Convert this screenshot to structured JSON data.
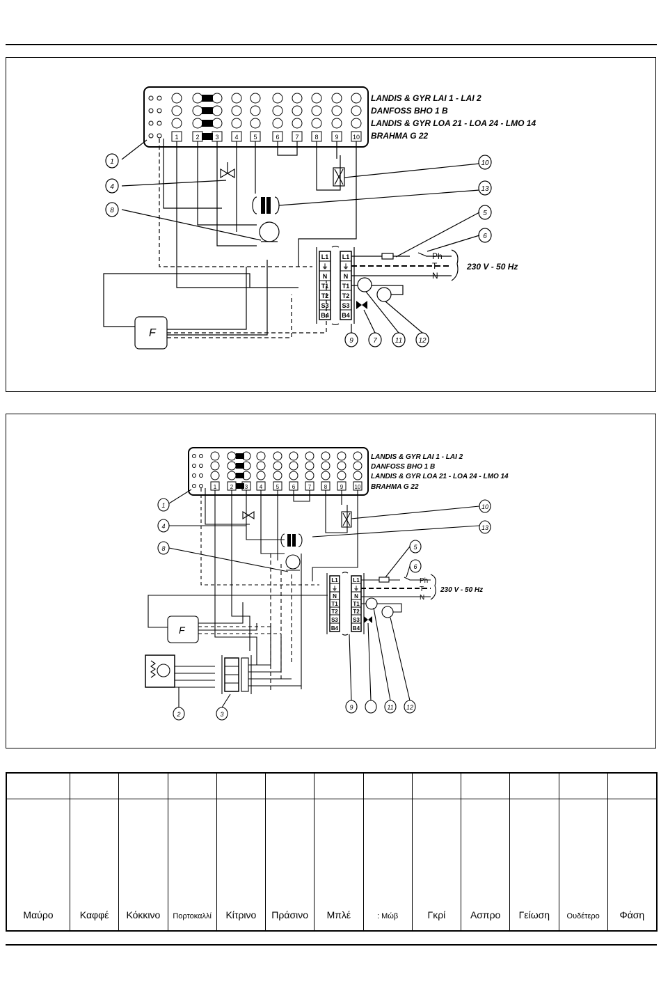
{
  "diagram_top": {
    "brand_rows": [
      "LANDIS & GYR LAI 1 - LAI 2",
      "DANFOSS BHO 1 B",
      "LANDIS & GYR LOA 21 - LOA 24 - LMO 14",
      "BRAHMA G 22"
    ],
    "supply": "230 V - 50 Hz",
    "lines": [
      "Ph",
      "T",
      "N"
    ],
    "terminals_right": [
      "L1",
      "⏚",
      "N",
      "T1",
      "T2",
      "S3",
      "B4"
    ],
    "component_numbers": [
      "1",
      "4",
      "8",
      "10",
      "13",
      "5",
      "6",
      "9",
      "7",
      "11",
      "12"
    ],
    "control_box": "F"
  },
  "diagram_bottom": {
    "brand_rows": [
      "LANDIS & GYR LAI 1 - LAI 2",
      "DANFOSS BHO 1 B",
      "LANDIS & GYR LOA 21 - LOA 24 - LMO 14",
      "BRAHMA G 22"
    ],
    "supply": "230 V - 50 Hz",
    "lines": [
      "Ph",
      "T",
      "N"
    ],
    "terminals_right": [
      "L1",
      "⏚",
      "N",
      "T1",
      "T2",
      "S3",
      "B4"
    ],
    "component_numbers": [
      "1",
      "4",
      "8",
      "10",
      "13",
      "5",
      "6",
      "9",
      "11",
      "12",
      "2",
      "3"
    ],
    "control_box": "F"
  },
  "legend": [
    {
      "name": "Μαύρο",
      "small": false
    },
    {
      "name": "Καφφέ",
      "small": false
    },
    {
      "name": "Κόκκινο",
      "small": false
    },
    {
      "name": "Πορτοκαλλί",
      "small": true
    },
    {
      "name": "Κίτρινο",
      "small": false
    },
    {
      "name": "Πράσινο",
      "small": false
    },
    {
      "name": "Μπλέ",
      "small": false
    },
    {
      "name": ": Μώβ",
      "small": true
    },
    {
      "name": "Γκρί",
      "small": false
    },
    {
      "name": "Ασπρο",
      "small": false
    },
    {
      "name": "Γείωση",
      "small": false
    },
    {
      "name": "Ουδέτερο",
      "small": true
    },
    {
      "name": "Φάση",
      "small": false
    }
  ]
}
